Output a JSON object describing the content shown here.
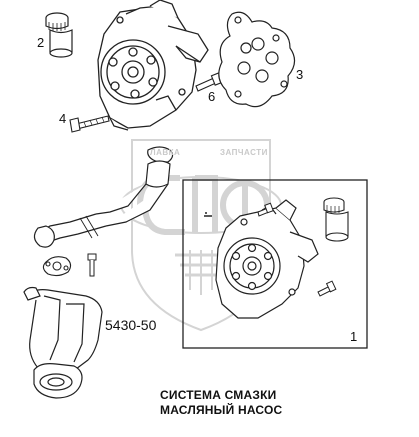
{
  "callouts": {
    "c1": "1",
    "c2": "2",
    "c3": "3",
    "c4": "4",
    "c6": "6"
  },
  "code": "5430-50",
  "caption": {
    "line1": "СИСТЕМА СМАЗКИ",
    "line2": "МАСЛЯНЫЙ НАСОС"
  },
  "watermark": {
    "left": "ЛАВКА",
    "right": "ЗАПЧАСТИ"
  }
}
